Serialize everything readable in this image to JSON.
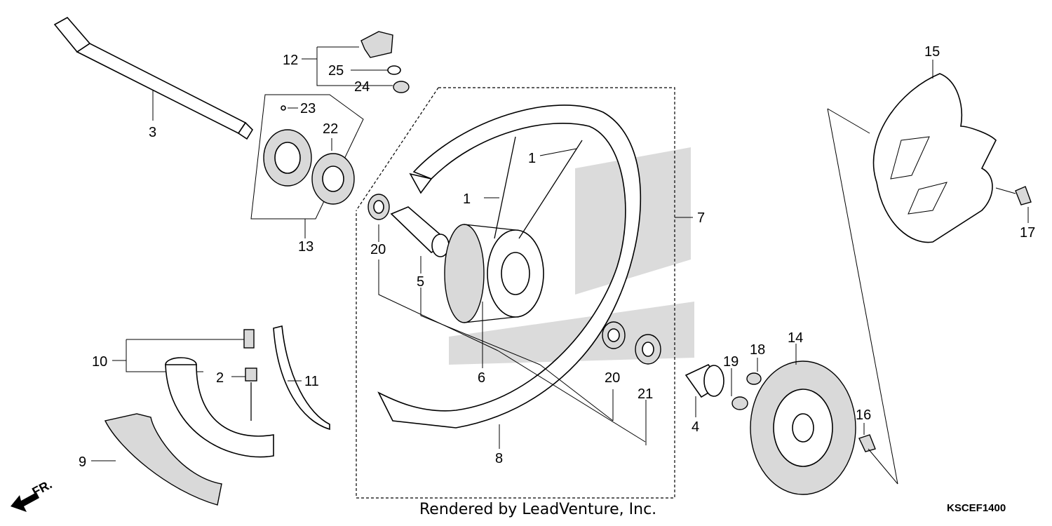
{
  "diagram": {
    "part_labels": {
      "p1a": "1",
      "p1b": "1",
      "p2": "2",
      "p3": "3",
      "p4": "4",
      "p5": "5",
      "p6": "6",
      "p7": "7",
      "p8": "8",
      "p9": "9",
      "p10": "10",
      "p11": "11",
      "p12": "12",
      "p13": "13",
      "p14": "14",
      "p15": "15",
      "p16": "16",
      "p17": "17",
      "p18": "18",
      "p19": "19",
      "p20a": "20",
      "p20b": "20",
      "p21": "21",
      "p22": "22",
      "p23": "23",
      "p24": "24",
      "p25": "25"
    },
    "direction_label": "FR.",
    "credit": "Rendered by LeadVenture, Inc.",
    "diagram_code": "KSCEF1400"
  }
}
